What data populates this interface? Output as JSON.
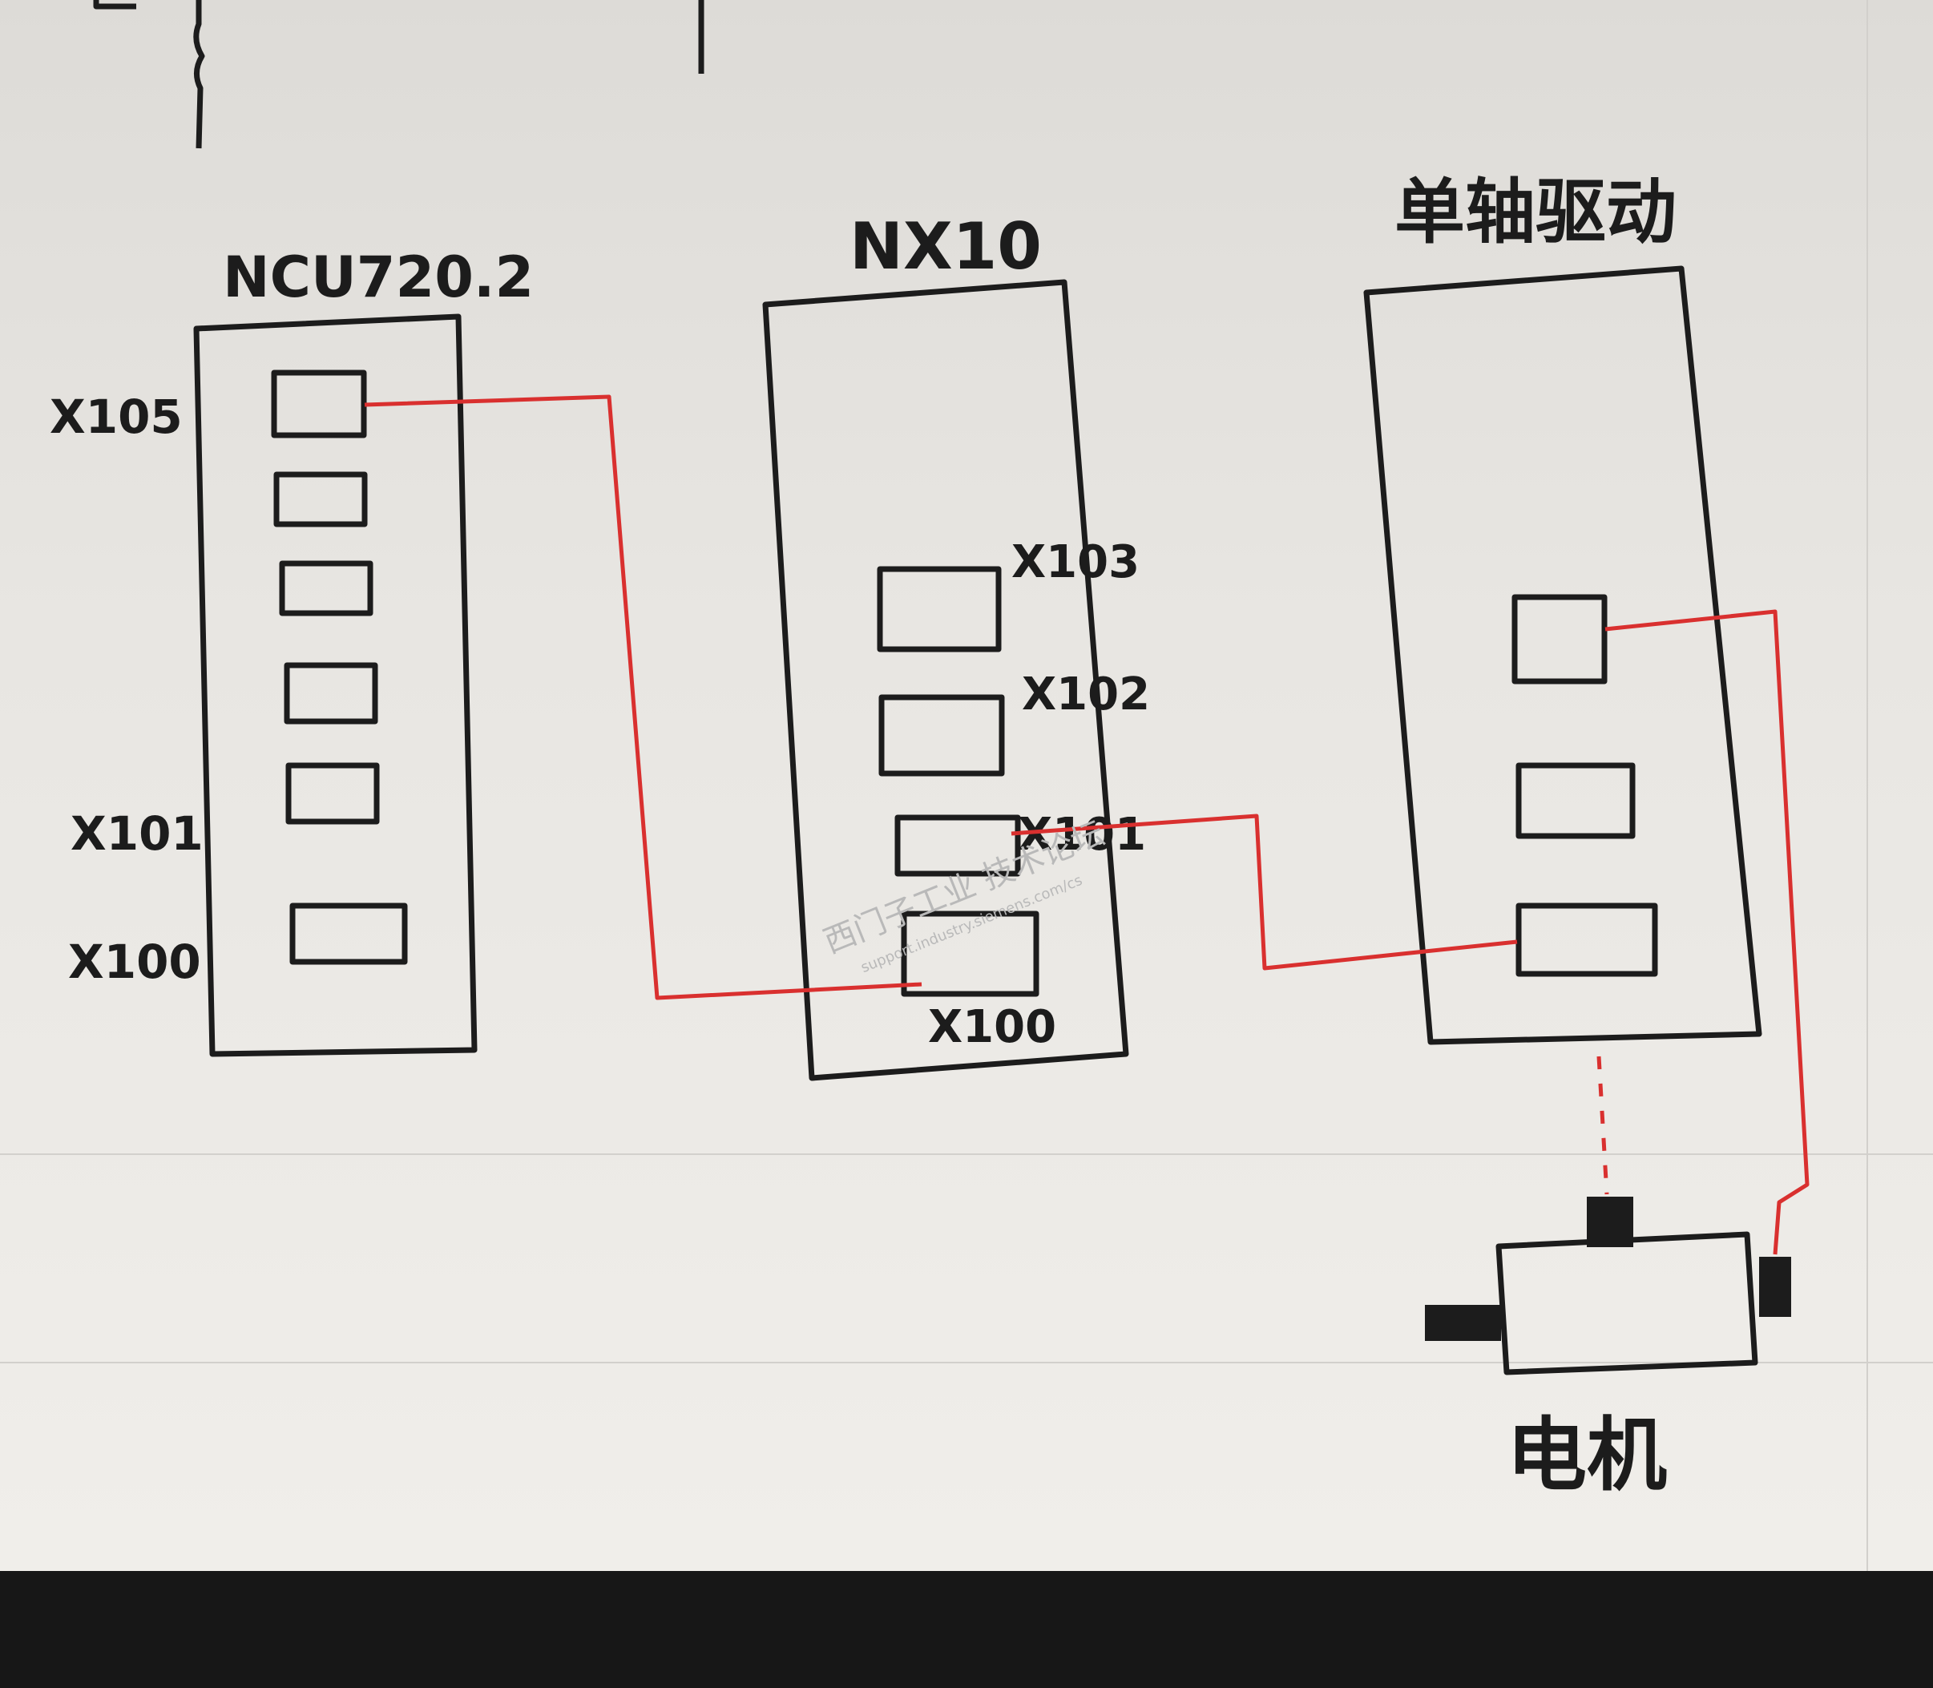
{
  "modules": {
    "ncu": {
      "title": "NCU720.2",
      "ports": [
        "X105",
        "X101",
        "X100"
      ]
    },
    "nx": {
      "title": "NX10",
      "ports": [
        "X103",
        "X102",
        "X101",
        "X100"
      ]
    },
    "drive": {
      "title": "单轴驱动"
    }
  },
  "motor": {
    "label": "电机"
  },
  "watermark": {
    "line1": "西门子工业 技术论坛",
    "line2": "support.industry.siemens.com/cs"
  },
  "colors": {
    "ink": "#1c1c1c",
    "cable": "#d9302f",
    "paper": "#e8e6e2",
    "desk": "#171717"
  }
}
